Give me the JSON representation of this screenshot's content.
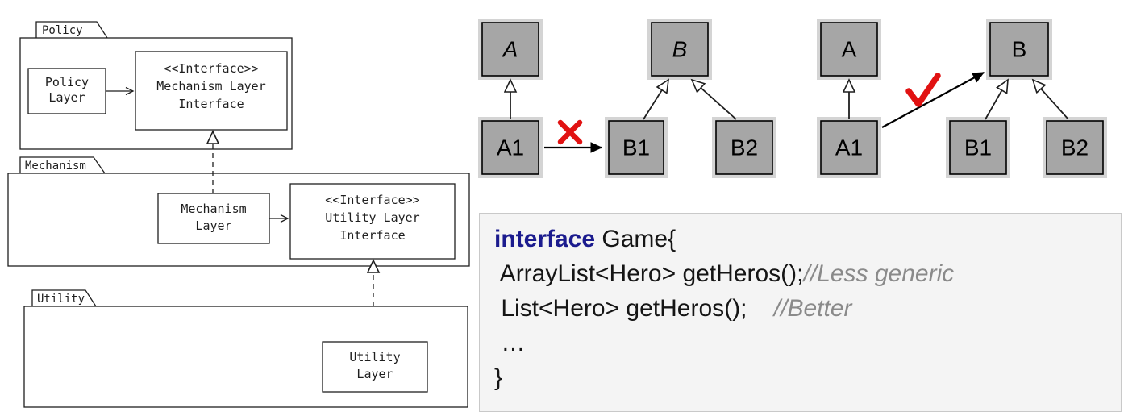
{
  "package_diagram": {
    "policy": {
      "package_label": "Policy",
      "layer_box": {
        "line1": "Policy",
        "line2": "Layer"
      },
      "interface_box": {
        "stereotype": "<<Interface>>",
        "line1": "Mechanism Layer",
        "line2": "Interface"
      }
    },
    "mechanism": {
      "package_label": "Mechanism",
      "layer_box": {
        "line1": "Mechanism",
        "line2": "Layer"
      },
      "interface_box": {
        "stereotype": "<<Interface>>",
        "line1": "Utility Layer",
        "line2": "Interface"
      }
    },
    "utility": {
      "package_label": "Utility",
      "layer_box": {
        "line1": "Utility",
        "line2": "Layer"
      }
    }
  },
  "inheritance_wrong": {
    "parent_a": "A",
    "parent_b": "B",
    "child_a1": "A1",
    "child_b1": "B1",
    "child_b2": "B2",
    "mark": "✗",
    "mark_icon": "red-cross-icon"
  },
  "inheritance_right": {
    "parent_a": "A",
    "parent_b": "B",
    "child_a1": "A1",
    "child_b1": "B1",
    "child_b2": "B2",
    "mark": "✓",
    "mark_icon": "red-check-icon"
  },
  "code_snippet": {
    "keyword": "interface",
    "declaration_rest": " Game{",
    "line2": {
      "code": " ArrayList<Hero> getHeros();",
      "comment": "//Less generic"
    },
    "line3": {
      "code": " List<Hero> getHeros();",
      "comment": "    //Better"
    },
    "ellipsis_line": " …",
    "closing_brace": "}"
  },
  "colors": {
    "class_box_fill": "#a6a6a6",
    "class_box_halo": "#d4d4d4",
    "line_black": "#1f1f1f",
    "mark_red": "#e11212",
    "keyword_blue": "#1b1b8e",
    "comment_gray": "#8a8a8a",
    "code_panel_bg": "#f4f4f4"
  }
}
